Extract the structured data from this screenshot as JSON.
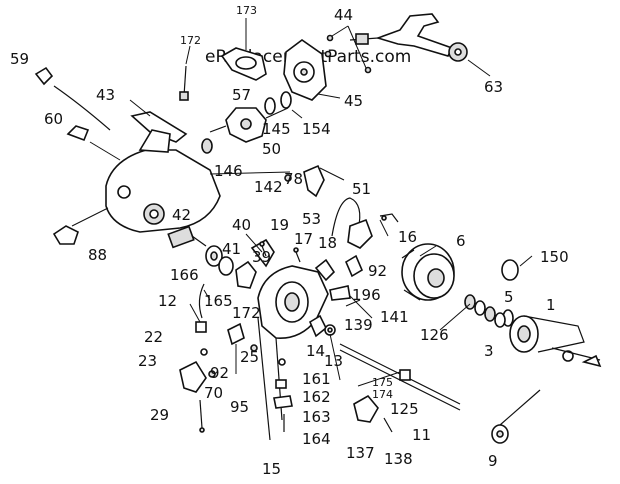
{
  "watermark": "eReplacementParts.com",
  "parts": [
    {
      "id": "p173",
      "label": "173"
    },
    {
      "id": "p172",
      "label": "172"
    },
    {
      "id": "p44",
      "label": "44"
    },
    {
      "id": "p59",
      "label": "59"
    },
    {
      "id": "p63",
      "label": "63"
    },
    {
      "id": "p43",
      "label": "43"
    },
    {
      "id": "p57",
      "label": "57"
    },
    {
      "id": "p45",
      "label": "45"
    },
    {
      "id": "p60",
      "label": "60"
    },
    {
      "id": "p145",
      "label": "145"
    },
    {
      "id": "p154",
      "label": "154"
    },
    {
      "id": "p50",
      "label": "50"
    },
    {
      "id": "p146",
      "label": "146"
    },
    {
      "id": "p142",
      "label": "142"
    },
    {
      "id": "p78",
      "label": "78"
    },
    {
      "id": "p51",
      "label": "51"
    },
    {
      "id": "p42",
      "label": "42"
    },
    {
      "id": "p53",
      "label": "53"
    },
    {
      "id": "p40",
      "label": "40"
    },
    {
      "id": "p19",
      "label": "19"
    },
    {
      "id": "p16",
      "label": "16"
    },
    {
      "id": "p17",
      "label": "17"
    },
    {
      "id": "p18",
      "label": "18"
    },
    {
      "id": "p6",
      "label": "6"
    },
    {
      "id": "p88",
      "label": "88"
    },
    {
      "id": "p41",
      "label": "41"
    },
    {
      "id": "p39",
      "label": "39"
    },
    {
      "id": "p150",
      "label": "150"
    },
    {
      "id": "p92a",
      "label": "92"
    },
    {
      "id": "p166",
      "label": "166"
    },
    {
      "id": "p5",
      "label": "5"
    },
    {
      "id": "p196",
      "label": "196"
    },
    {
      "id": "p12",
      "label": "12"
    },
    {
      "id": "p165",
      "label": "165"
    },
    {
      "id": "p172b",
      "label": "172"
    },
    {
      "id": "p1",
      "label": "1"
    },
    {
      "id": "p141",
      "label": "141"
    },
    {
      "id": "p139",
      "label": "139"
    },
    {
      "id": "p126",
      "label": "126"
    },
    {
      "id": "p22",
      "label": "22"
    },
    {
      "id": "p3",
      "label": "3"
    },
    {
      "id": "p14",
      "label": "14"
    },
    {
      "id": "p25",
      "label": "25"
    },
    {
      "id": "p13",
      "label": "13"
    },
    {
      "id": "p23",
      "label": "23"
    },
    {
      "id": "p92b",
      "label": "92"
    },
    {
      "id": "p70",
      "label": "70"
    },
    {
      "id": "p161",
      "label": "161"
    },
    {
      "id": "p175",
      "label": "175"
    },
    {
      "id": "p174",
      "label": "174"
    },
    {
      "id": "p162",
      "label": "162"
    },
    {
      "id": "p95",
      "label": "95"
    },
    {
      "id": "p125",
      "label": "125"
    },
    {
      "id": "p29",
      "label": "29"
    },
    {
      "id": "p163",
      "label": "163"
    },
    {
      "id": "p11",
      "label": "11"
    },
    {
      "id": "p164",
      "label": "164"
    },
    {
      "id": "p9",
      "label": "9"
    },
    {
      "id": "p137",
      "label": "137"
    },
    {
      "id": "p138",
      "label": "138"
    },
    {
      "id": "p15",
      "label": "15"
    }
  ]
}
